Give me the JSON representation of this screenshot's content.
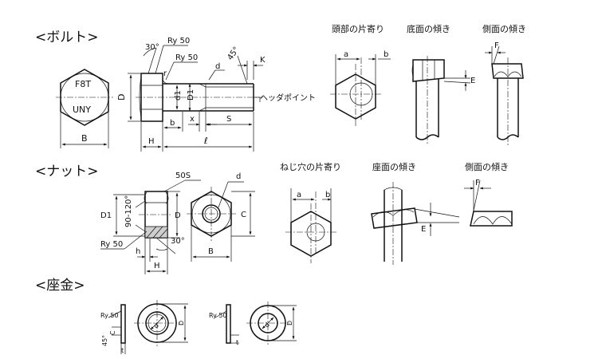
{
  "sections": {
    "bolt": "<ボルト>",
    "nut": "<ナット>",
    "washer": "<座金>"
  },
  "bolt": {
    "head_marks": [
      "F8T",
      "UNY"
    ],
    "labels": {
      "angle": "30°",
      "roughness_1": "Ry 50",
      "roughness_2": "Ry 50",
      "r": "r",
      "d": "d",
      "chamfer": "45°",
      "K": "K",
      "D": "D",
      "d1": "d1",
      "D1": "D1",
      "b": "b",
      "x": "x",
      "S": "S",
      "H": "H",
      "l": "ℓ",
      "B": "B",
      "point": "ヘッダポイント"
    },
    "views": [
      {
        "title": "頭部の片寄り",
        "a": "a",
        "b": "b"
      },
      {
        "title": "底面の傾き",
        "E": "E"
      },
      {
        "title": "側面の傾き",
        "F": "F"
      }
    ]
  },
  "nut": {
    "labels": {
      "S50": "50S",
      "d": "d",
      "D1": "D1",
      "angle_range": "90-120°",
      "D": "D",
      "C": "C",
      "roughness": "Ry 50",
      "angle": "30°",
      "h": "h",
      "H": "H",
      "B": "B"
    },
    "views": [
      {
        "title": "ねじ穴の片寄り",
        "a": "a",
        "b": "b"
      },
      {
        "title": "座面の傾き",
        "E": "E"
      },
      {
        "title": "側面の傾き",
        "F": "F"
      }
    ]
  },
  "washer": {
    "labels": {
      "roughness_1": "Ry 50",
      "roughness_2": "Ry 50",
      "C": "C",
      "chamfer": "45°",
      "t1": "t",
      "t2": "t",
      "d1": "d",
      "d2": "d",
      "D1": "D",
      "D2": "D"
    }
  }
}
